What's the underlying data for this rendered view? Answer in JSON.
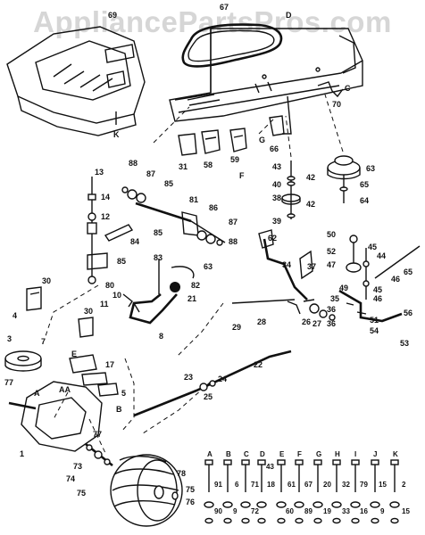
{
  "watermark": "AppliancePartsPros.com",
  "callouts": [
    {
      "id": "c69",
      "text": "69"
    },
    {
      "id": "c67",
      "text": "67"
    },
    {
      "id": "cD",
      "text": "D"
    },
    {
      "id": "cC",
      "text": "C"
    },
    {
      "id": "c70",
      "text": "70"
    },
    {
      "id": "cK",
      "text": "K"
    },
    {
      "id": "c31",
      "text": "31"
    },
    {
      "id": "c58",
      "text": "58"
    },
    {
      "id": "c59",
      "text": "59"
    },
    {
      "id": "cF",
      "text": "F"
    },
    {
      "id": "cG",
      "text": "G"
    },
    {
      "id": "c66",
      "text": "66"
    },
    {
      "id": "c63",
      "text": "63"
    },
    {
      "id": "c43",
      "text": "43"
    },
    {
      "id": "c40",
      "text": "40"
    },
    {
      "id": "c42a",
      "text": "42"
    },
    {
      "id": "c38",
      "text": "38"
    },
    {
      "id": "c42b",
      "text": "42"
    },
    {
      "id": "c39",
      "text": "39"
    },
    {
      "id": "c65a",
      "text": "65"
    },
    {
      "id": "c64",
      "text": "64"
    },
    {
      "id": "c13",
      "text": "13"
    },
    {
      "id": "c14",
      "text": "14"
    },
    {
      "id": "c12",
      "text": "12"
    },
    {
      "id": "c88a",
      "text": "88"
    },
    {
      "id": "c87a",
      "text": "87"
    },
    {
      "id": "c85a",
      "text": "85"
    },
    {
      "id": "c81",
      "text": "81"
    },
    {
      "id": "c86",
      "text": "86"
    },
    {
      "id": "c87b",
      "text": "87"
    },
    {
      "id": "c88b",
      "text": "88"
    },
    {
      "id": "c85b",
      "text": "85"
    },
    {
      "id": "c84",
      "text": "84"
    },
    {
      "id": "c85c",
      "text": "85"
    },
    {
      "id": "c80",
      "text": "80"
    },
    {
      "id": "c11",
      "text": "11"
    },
    {
      "id": "c83",
      "text": "83"
    },
    {
      "id": "c63b",
      "text": "63"
    },
    {
      "id": "c82",
      "text": "82"
    },
    {
      "id": "c21",
      "text": "21"
    },
    {
      "id": "c10",
      "text": "10"
    },
    {
      "id": "c8",
      "text": "8"
    },
    {
      "id": "c62",
      "text": "62"
    },
    {
      "id": "c34",
      "text": "34"
    },
    {
      "id": "c37",
      "text": "37"
    },
    {
      "id": "c50",
      "text": "50"
    },
    {
      "id": "c52",
      "text": "52"
    },
    {
      "id": "c47",
      "text": "47"
    },
    {
      "id": "c45a",
      "text": "45"
    },
    {
      "id": "c44",
      "text": "44"
    },
    {
      "id": "c65b",
      "text": "65"
    },
    {
      "id": "c46a",
      "text": "46"
    },
    {
      "id": "c45b",
      "text": "45"
    },
    {
      "id": "c46b",
      "text": "46"
    },
    {
      "id": "c49",
      "text": "49"
    },
    {
      "id": "c35",
      "text": "35"
    },
    {
      "id": "c36a",
      "text": "36"
    },
    {
      "id": "c51",
      "text": "51"
    },
    {
      "id": "c56",
      "text": "56"
    },
    {
      "id": "c54",
      "text": "54"
    },
    {
      "id": "c53",
      "text": "53"
    },
    {
      "id": "c26",
      "text": "26"
    },
    {
      "id": "c27",
      "text": "27"
    },
    {
      "id": "c36b",
      "text": "36"
    },
    {
      "id": "c29",
      "text": "29"
    },
    {
      "id": "c28",
      "text": "28"
    },
    {
      "id": "c22",
      "text": "22"
    },
    {
      "id": "c30a",
      "text": "30"
    },
    {
      "id": "c30b",
      "text": "30"
    },
    {
      "id": "c4",
      "text": "4"
    },
    {
      "id": "c3",
      "text": "3"
    },
    {
      "id": "c7",
      "text": "7"
    },
    {
      "id": "c17",
      "text": "17"
    },
    {
      "id": "c5",
      "text": "5"
    },
    {
      "id": "cE",
      "text": "E"
    },
    {
      "id": "cB",
      "text": "B"
    },
    {
      "id": "c77a",
      "text": "77"
    },
    {
      "id": "cA",
      "text": "A"
    },
    {
      "id": "cAA",
      "text": "AA"
    },
    {
      "id": "c77b",
      "text": "77"
    },
    {
      "id": "c1",
      "text": "1"
    },
    {
      "id": "c23",
      "text": "23"
    },
    {
      "id": "c24",
      "text": "24"
    },
    {
      "id": "c25",
      "text": "25"
    },
    {
      "id": "c73",
      "text": "73"
    },
    {
      "id": "c74",
      "text": "74"
    },
    {
      "id": "c75a",
      "text": "75"
    },
    {
      "id": "c78",
      "text": "78"
    },
    {
      "id": "c75b",
      "text": "75"
    },
    {
      "id": "c76",
      "text": "76"
    }
  ],
  "hardware": [
    {
      "letter": "A",
      "n1": "91",
      "n2": "90"
    },
    {
      "letter": "B",
      "n1": "6",
      "n2": "9"
    },
    {
      "letter": "C",
      "n1": "71",
      "n2": "72"
    },
    {
      "letter": "D",
      "n1": "43",
      "n2": "18"
    },
    {
      "letter": "E",
      "n1": "61",
      "n2": "60"
    },
    {
      "letter": "F",
      "n1": "67",
      "n2": "89"
    },
    {
      "letter": "G",
      "n1": "20",
      "n2": "19"
    },
    {
      "letter": "H",
      "n1": "32",
      "n2": "33"
    },
    {
      "letter": "I",
      "n1": "79",
      "n2": "16"
    },
    {
      "letter": "J",
      "n1": "15",
      "n2": "9"
    },
    {
      "letter": "K",
      "n1": "2",
      "n2": "15"
    }
  ]
}
